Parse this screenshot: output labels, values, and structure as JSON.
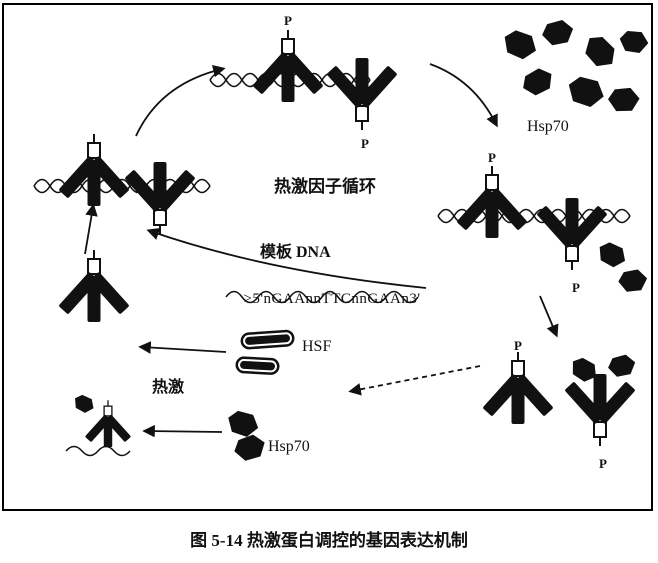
{
  "figure": {
    "caption": "图 5-14  热激蛋白调控的基因表达机制"
  },
  "diagram": {
    "cycle_label": "热激因子循环",
    "template_dna_label": "模板 DNA",
    "dna_sequence": ">5'nGAAnnTTCnnGAAn3'",
    "hsf_label": "HSF",
    "heat_shock_label": "热激",
    "hsp70_top_label": "Hsp70",
    "hsp70_bottom_label": "Hsp70",
    "phosphate_label": "P"
  },
  "colors": {
    "ink": "#111111",
    "background": "#ffffff",
    "border": "#000000"
  }
}
